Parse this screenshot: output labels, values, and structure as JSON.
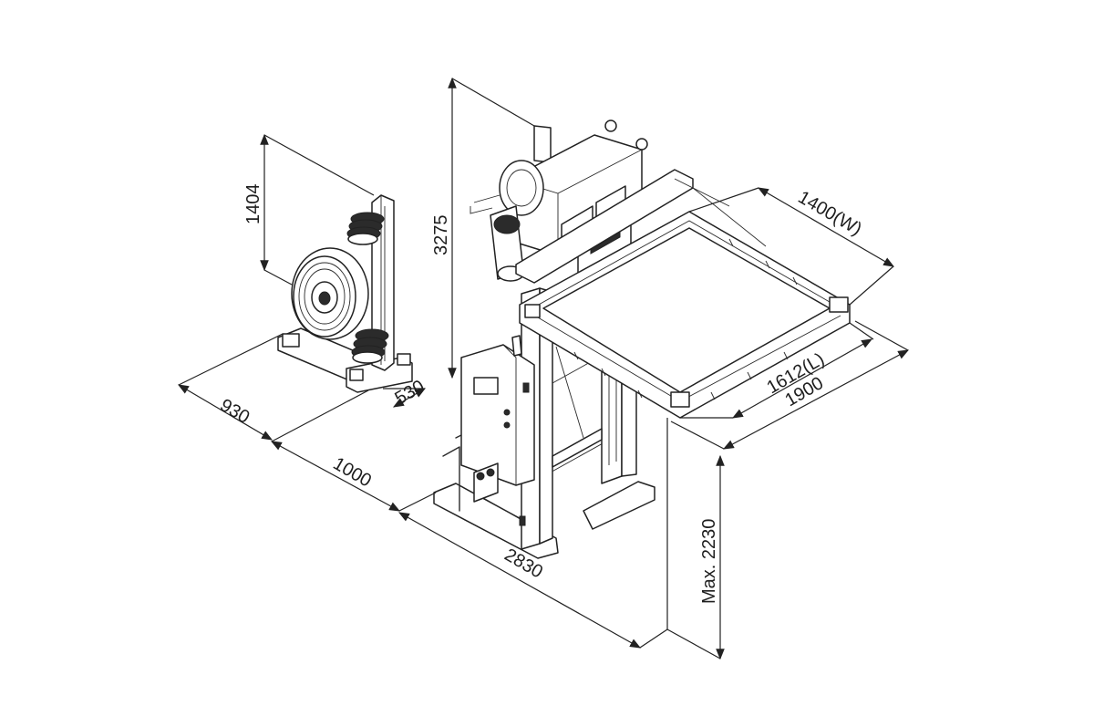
{
  "dimensions": {
    "dispenser_height": "1404",
    "machine_height": "3275",
    "frame_width": "1400(W)",
    "frame_length": "1612(L)",
    "overall_width": "1900",
    "dispenser_depth": "930",
    "dispenser_width": "530",
    "dispenser_gap": "1000",
    "overall_length": "2830",
    "max_height": "Max. 2230"
  },
  "colors": {
    "line": "#2a2a2a",
    "background": "#ffffff",
    "fill_dark": "#2b2b2b"
  }
}
